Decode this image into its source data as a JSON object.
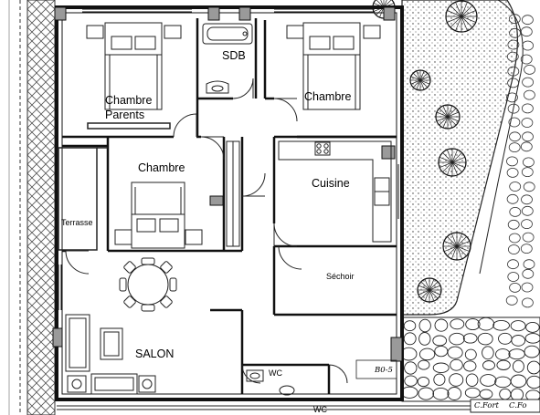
{
  "rooms": {
    "chambre_parents_line1": "Chambre",
    "chambre_parents_line2": "Parents",
    "sdb": "SDB",
    "chambre_right": "Chambre",
    "chambre_center": "Chambre",
    "cuisine": "Cuisine",
    "terrasse": "Terrasse",
    "sechoir": "Séchoir",
    "salon": "SALON",
    "wc_upper": "WC",
    "wc_lower": "WC"
  },
  "annotations": {
    "stair_tag": "B0-5",
    "cfort_1": "C.Fort",
    "cfort_2": "C.Fo"
  },
  "colors": {
    "wall": "#111111",
    "line": "#222222",
    "hatch": "#444444",
    "grey": "#9a9a9a"
  }
}
